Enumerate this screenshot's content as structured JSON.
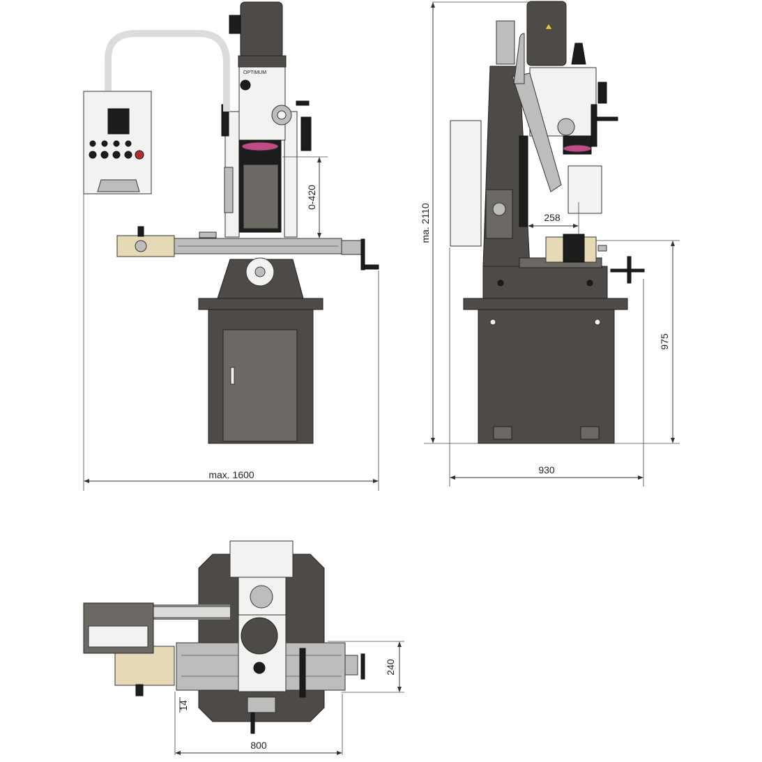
{
  "dimensions": {
    "front_width": "max. 1600",
    "front_height": "0-420",
    "side_height": "ma. 2110",
    "side_throat": "258",
    "side_table_height": "975",
    "side_depth": "930",
    "top_table_depth": "240",
    "top_offset": "14",
    "top_width": "800"
  },
  "labels": {
    "brand": "OPTIMUM",
    "model": "OPTIMUM"
  },
  "colors": {
    "machine_body": "#4d4a47",
    "head": "#d8d8d6",
    "accent_pink": "#c24a86",
    "feed_unit": "#e6d9b5"
  }
}
